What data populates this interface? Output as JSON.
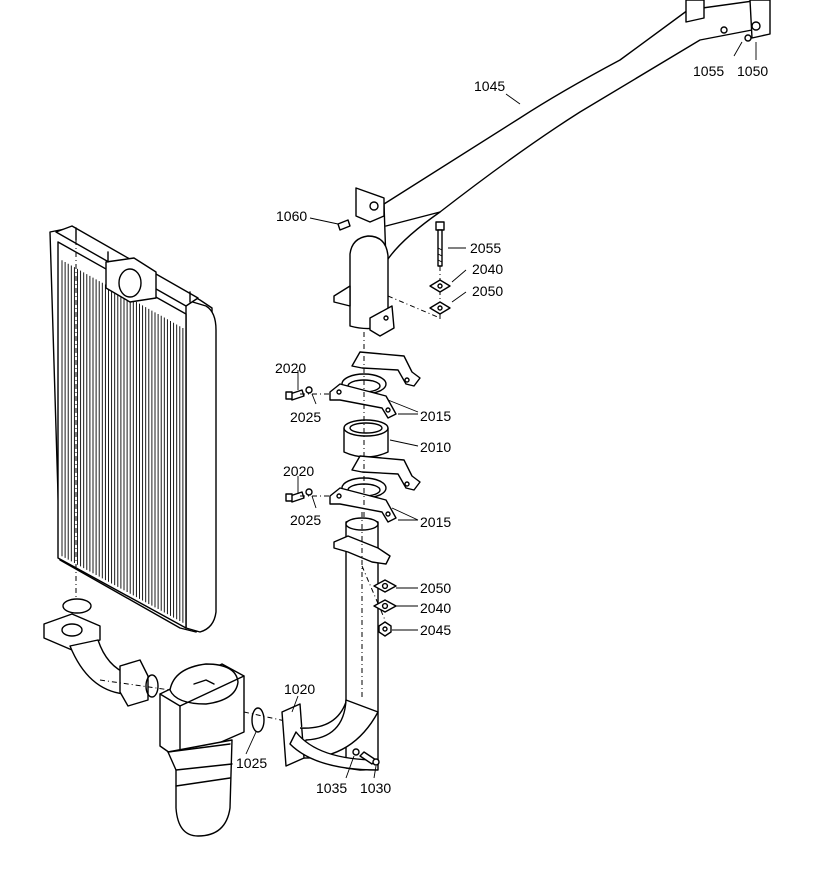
{
  "diagram": {
    "part_labels": [
      "1045",
      "1055",
      "1050",
      "1060",
      "2055",
      "2040",
      "2050",
      "2020",
      "2025",
      "2015",
      "2010",
      "2020",
      "2025",
      "2015",
      "2050",
      "2040",
      "2045",
      "1020",
      "1025",
      "1035",
      "1030"
    ]
  }
}
